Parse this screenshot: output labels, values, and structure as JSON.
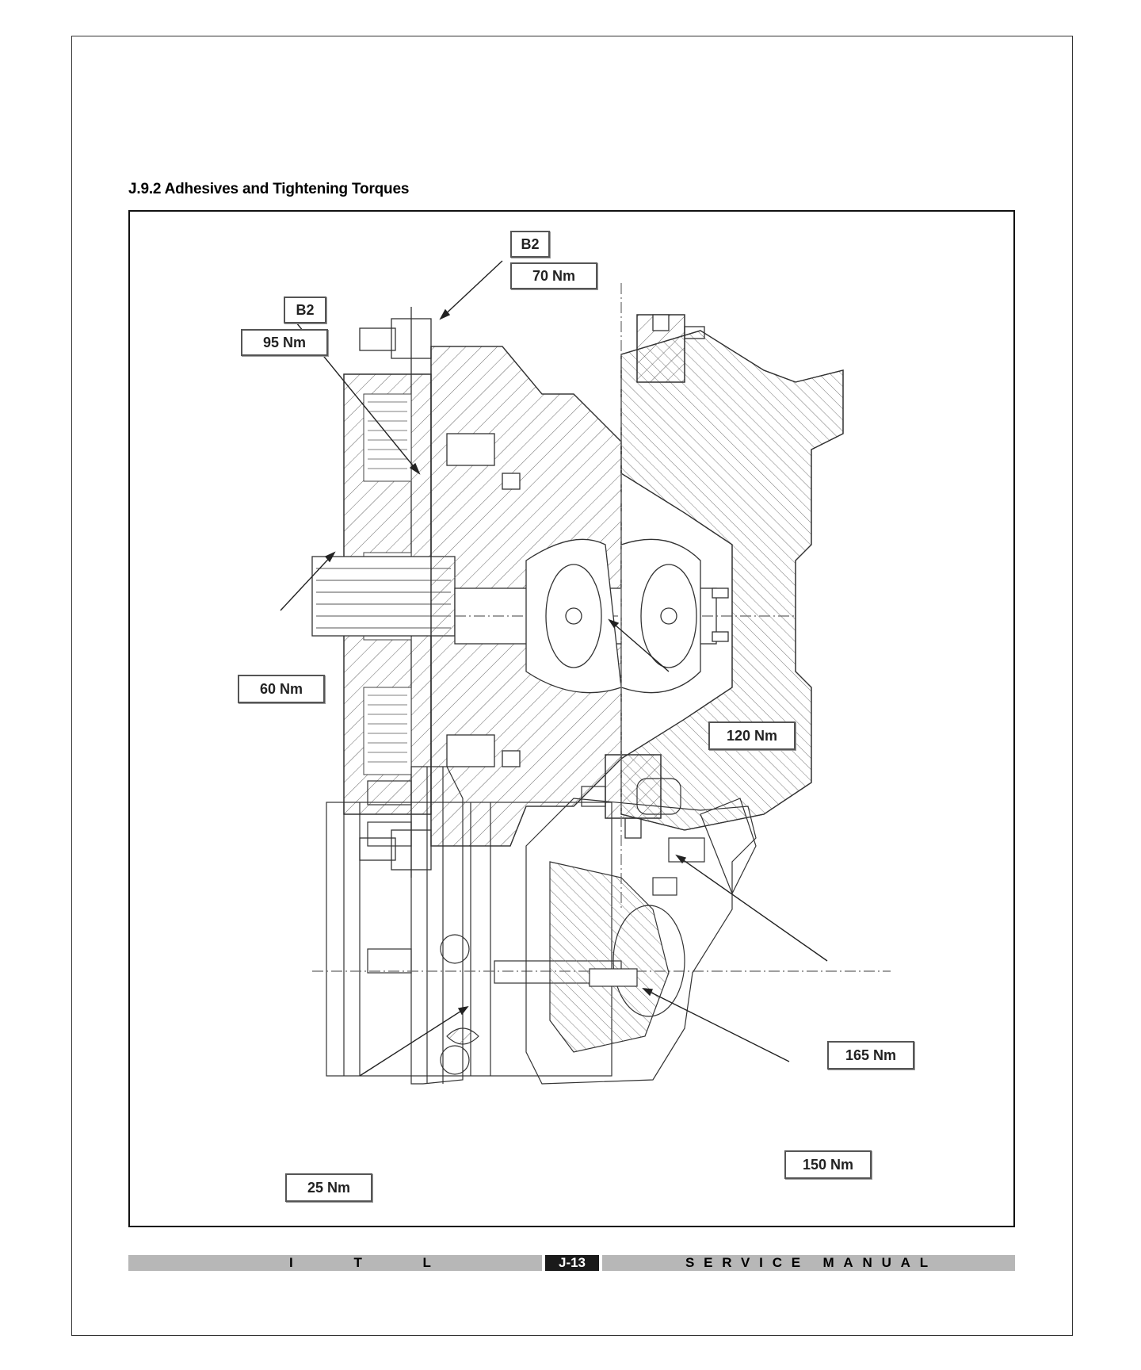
{
  "document": {
    "section_title": "J.9.2 Adhesives and Tightening Torques",
    "figure_top": {
      "callouts": [
        {
          "id": "b2-upper",
          "text": "B2"
        },
        {
          "id": "torque-70",
          "text": "70 Nm"
        },
        {
          "id": "b2-left",
          "text": "B2"
        },
        {
          "id": "torque-95",
          "text": "95 Nm"
        },
        {
          "id": "torque-60",
          "text": "60 Nm"
        },
        {
          "id": "torque-120",
          "text": "120 Nm"
        }
      ]
    },
    "figure_bottom": {
      "callouts": [
        {
          "id": "torque-165",
          "text": "165 Nm"
        },
        {
          "id": "torque-150",
          "text": "150 Nm"
        },
        {
          "id": "torque-25",
          "text": "25 Nm"
        }
      ]
    },
    "footer": {
      "left_text": "I T L",
      "page_number": "J-13",
      "right_text": "SERVICE MANUAL",
      "bar_color": "#b7b7b7",
      "badge_color": "#1a1a1a"
    }
  }
}
